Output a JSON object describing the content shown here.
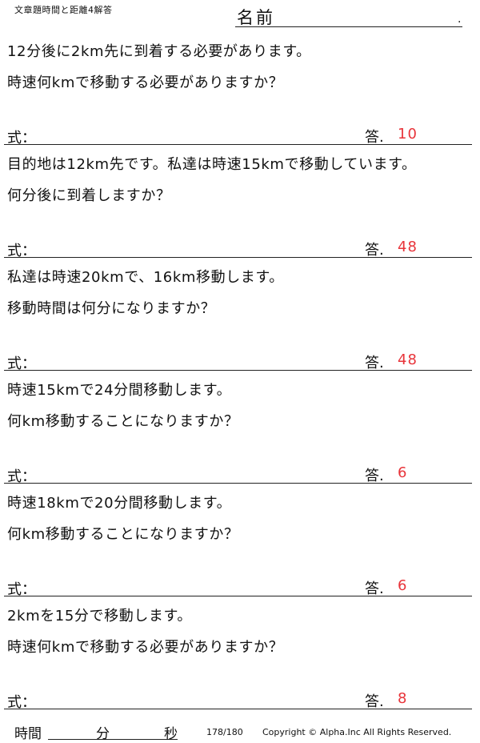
{
  "header": {
    "doc_title": "文章題時間と距離4解答",
    "name_label": "名前",
    "name_dot": "."
  },
  "labels": {
    "equation": "式：",
    "answer": "答."
  },
  "problems": [
    {
      "line1": "12分後に2km先に到着する必要があります。",
      "line2": "時速何kmで移動する必要がありますか？",
      "answer": "10"
    },
    {
      "line1": "目的地は12km先です。私達は時速15kmで移動しています。",
      "line2": "何分後に到着しますか？",
      "answer": "48"
    },
    {
      "line1": "私達は時速20kmで、16km移動します。",
      "line2": "移動時間は何分になりますか？",
      "answer": "48"
    },
    {
      "line1": "時速15kmで24分間移動します。",
      "line2": "何km移動することになりますか？",
      "answer": "6"
    },
    {
      "line1": "時速18kmで20分間移動します。",
      "line2": "何km移動することになりますか？",
      "answer": "6"
    },
    {
      "line1": "2kmを15分で移動します。",
      "line2": "時速何kmで移動する必要がありますか？",
      "answer": "8"
    }
  ],
  "footer": {
    "time_label": "時間",
    "min_label": "分",
    "sec_label": "秒",
    "page": "178/180",
    "copyright": "Copyright ©  Alpha.Inc All Rights Reserved."
  },
  "colors": {
    "answer": "#e8343a",
    "text": "#111111"
  }
}
